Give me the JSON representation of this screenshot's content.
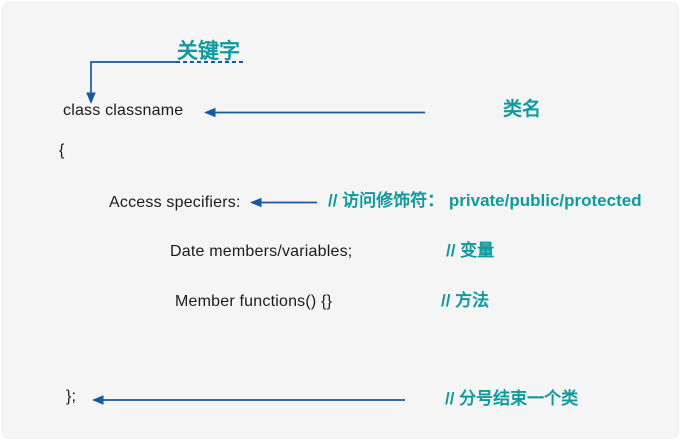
{
  "colors": {
    "teal": "#0f9a9e",
    "blue": "#17599f",
    "ink": "#1b1b1d",
    "canvas_bg": "#f5f5f6"
  },
  "labels": {
    "keyword": "关键字",
    "class_declaration": "class classname",
    "classname": "类名",
    "open_brace": "{",
    "access_specifiers": "Access specifiers:",
    "access_comment": "// 访问修饰符： private/public/protected",
    "data_members": "Date members/variables;",
    "data_members_comment": "// 变量",
    "member_functions": "Member functions() {}",
    "member_functions_comment": "// 方法",
    "closing_brace": "};",
    "closing_comment": "// 分号结束一个类"
  }
}
